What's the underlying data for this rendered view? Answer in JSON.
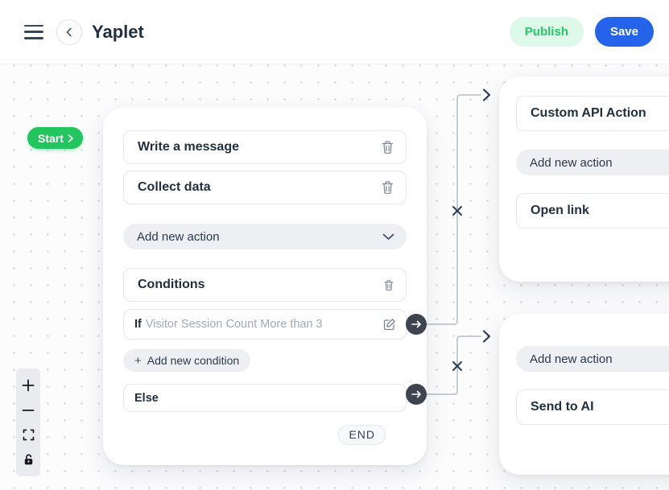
{
  "header": {
    "title": "Yaplet",
    "publish_label": "Publish",
    "save_label": "Save"
  },
  "flow": {
    "start_label": "Start",
    "main_node": {
      "actions": [
        "Write a message",
        "Collect data"
      ],
      "add_action_label": "Add new action",
      "conditions_title": "Conditions",
      "if_prefix": "If",
      "if_condition_placeholder": "Visitor Session Count More than 3",
      "add_condition_plus": "+",
      "add_condition_label": "Add new condition",
      "else_label": "Else",
      "end_label": "END"
    },
    "top_right_node": {
      "action_1": "Custom API Action",
      "add_action_label": "Add new action",
      "action_2": "Open link"
    },
    "bottom_right_node": {
      "add_action_label": "Add new action",
      "action_1": "Send to AI"
    }
  },
  "icons": {
    "menu": "hamburger",
    "back": "chevron-left",
    "delete": "trash-outline",
    "expand_action": "chevron-down",
    "edit": "pencil-square",
    "connector": "arrow-right-circle",
    "disconnect": "x-mark",
    "zoom_in": "plus",
    "zoom_out": "minus",
    "fit_view": "fullscreen-brackets",
    "lock": "padlock"
  },
  "colors": {
    "accent_green": "#22c55e",
    "publish_bg": "#def8ea",
    "save_blue": "#2563eb",
    "node_text": "#22303e",
    "muted_text": "#a2aab8",
    "border": "#e4e7ed",
    "pill_bg": "#edeff3",
    "connector_line": "#c7cbd2",
    "connector_dark": "#2e3c55"
  }
}
